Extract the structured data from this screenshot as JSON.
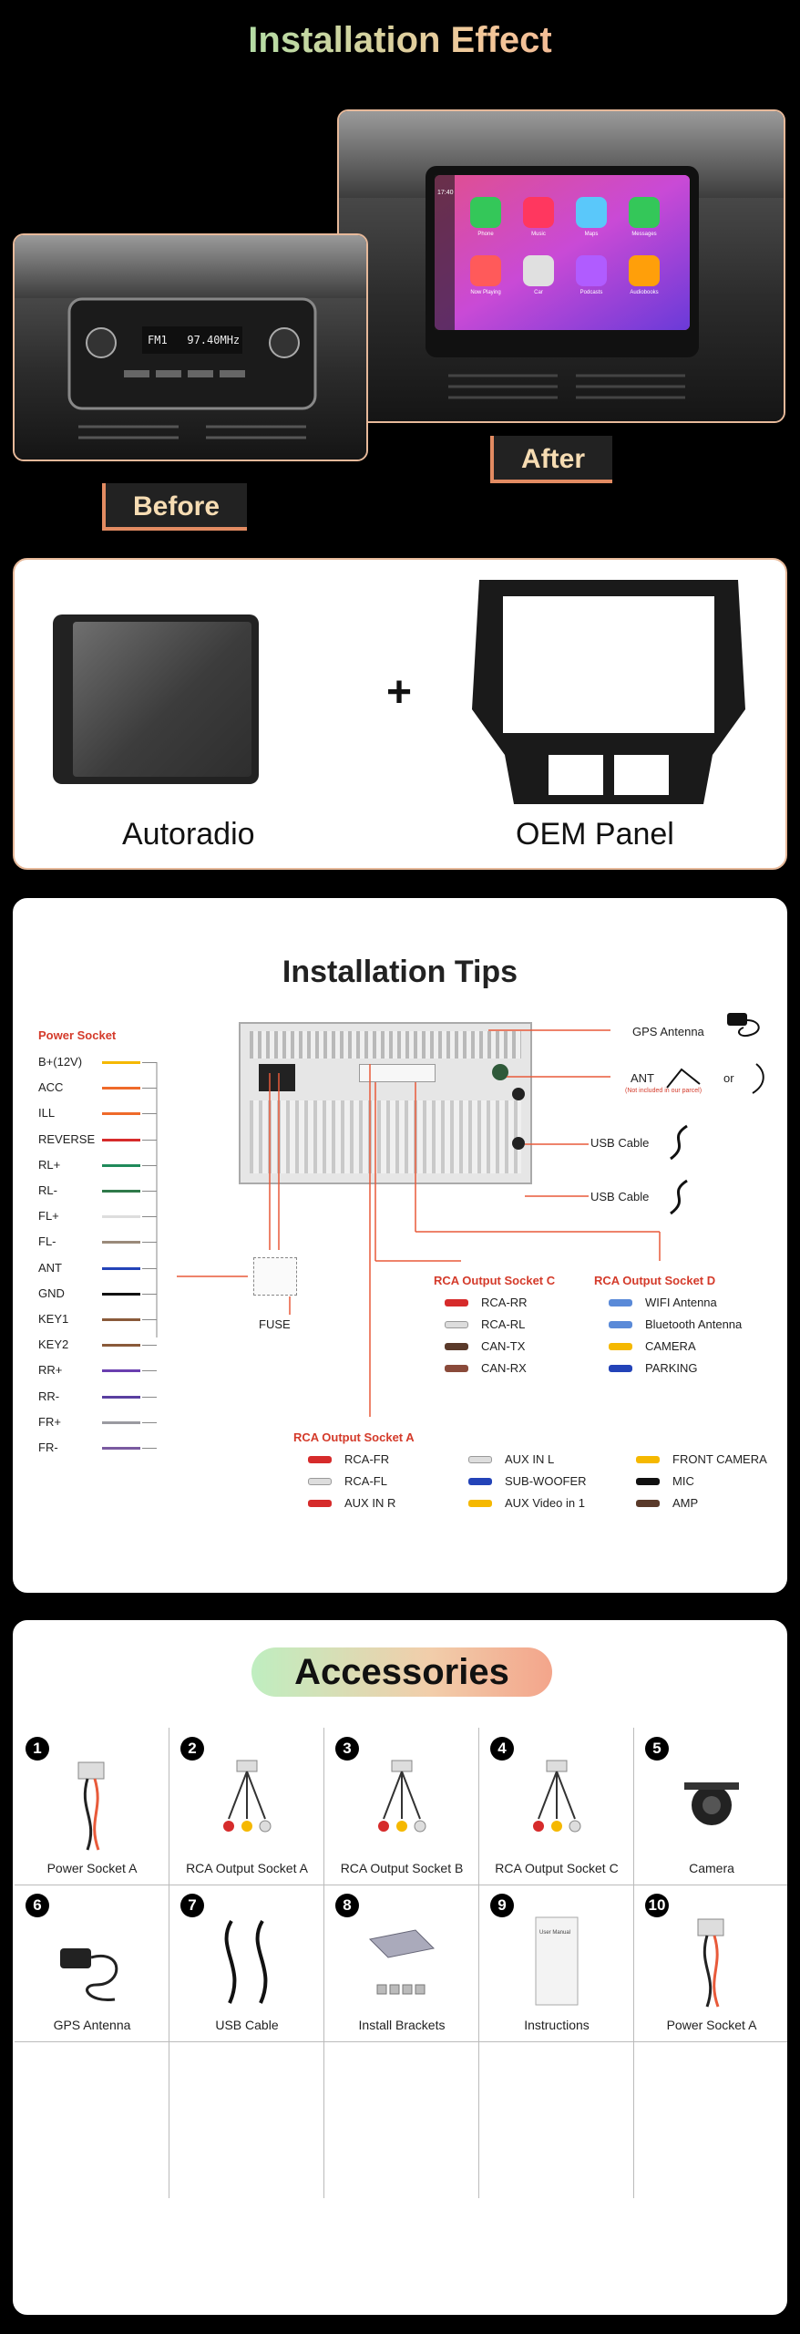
{
  "header": {
    "title": "Installation Effect"
  },
  "comparison": {
    "before_label": "Before",
    "after_label": "After"
  },
  "car_screen": {
    "time": "17:40",
    "apps": [
      "Phone",
      "Music",
      "Maps",
      "Messages",
      "Now Playing",
      "Car",
      "Podcasts",
      "Audiobooks"
    ],
    "app_colors": [
      "#34c759",
      "#ff375f",
      "#5ac8fa",
      "#34c759",
      "#ff5a5a",
      "#e0e0e0",
      "#b05cff",
      "#ff9f0a"
    ]
  },
  "old_radio": {
    "display": "FM1   97.40MHz"
  },
  "package": {
    "plus": "+",
    "item1_label": "Autoradio",
    "item2_label": "OEM Panel"
  },
  "tips": {
    "title": "Installation Tips",
    "power_socket_title": "Power Socket",
    "power_socket_items": [
      {
        "label": "B+(12V)",
        "color": "#f5b800"
      },
      {
        "label": "ACC",
        "color": "#ef6a2a"
      },
      {
        "label": "ILL",
        "color": "#ef6a2a"
      },
      {
        "label": "REVERSE",
        "color": "#d62b2b"
      },
      {
        "label": "RL+",
        "color": "#1f8a5a"
      },
      {
        "label": "RL-",
        "color": "#2f7a4a"
      },
      {
        "label": "FL+",
        "color": "#dddddd"
      },
      {
        "label": "FL-",
        "color": "#9a8a7a"
      },
      {
        "label": "ANT",
        "color": "#2343b8"
      },
      {
        "label": "GND",
        "color": "#111111"
      },
      {
        "label": "KEY1",
        "color": "#8a5a3a"
      },
      {
        "label": "KEY2",
        "color": "#8a5a3a"
      },
      {
        "label": "RR+",
        "color": "#6a3fb0"
      },
      {
        "label": "RR-",
        "color": "#5a3fa0"
      },
      {
        "label": "FR+",
        "color": "#9a9aa0"
      },
      {
        "label": "FR-",
        "color": "#7a5aa0"
      }
    ],
    "fuse_label": "FUSE",
    "gps_label": "GPS Antenna",
    "ant_label": "ANT",
    "ant_note": "(Not included in our parcel)",
    "or_label": "or",
    "usb1_label": "USB Cable",
    "usb2_label": "USB Cable",
    "socket_c": {
      "title": "RCA Output Socket C",
      "items": [
        {
          "label": "RCA-RR",
          "color": "#d62b2b"
        },
        {
          "label": "RCA-RL",
          "color": "#dddddd"
        },
        {
          "label": "CAN-TX",
          "color": "#5a3a2a"
        },
        {
          "label": "CAN-RX",
          "color": "#8a4a3a"
        }
      ]
    },
    "socket_d": {
      "title": "RCA Output Socket D",
      "items": [
        {
          "label": "WIFI Antenna",
          "color": "#5a8ad8"
        },
        {
          "label": "Bluetooth Antenna",
          "color": "#5a8ad8"
        },
        {
          "label": "CAMERA",
          "color": "#f5b800"
        },
        {
          "label": "PARKING",
          "color": "#2343b8"
        }
      ]
    },
    "socket_a": {
      "title": "RCA Output Socket A",
      "col1": [
        {
          "label": "RCA-FR",
          "color": "#d62b2b"
        },
        {
          "label": "RCA-FL",
          "color": "#dddddd"
        },
        {
          "label": "AUX IN R",
          "color": "#d62b2b"
        }
      ],
      "col2": [
        {
          "label": "AUX IN L",
          "color": "#dddddd"
        },
        {
          "label": "SUB-WOOFER",
          "color": "#2343b8"
        },
        {
          "label": "AUX Video in 1",
          "color": "#f5b800"
        }
      ],
      "col3": [
        {
          "label": "FRONT CAMERA",
          "color": "#f5b800"
        },
        {
          "label": "MIC",
          "color": "#111111"
        },
        {
          "label": "AMP",
          "color": "#5a3a2a"
        }
      ]
    }
  },
  "accessories": {
    "title": "Accessories",
    "items": [
      {
        "num": "1",
        "label": "Power Socket A",
        "icon": "power-harness-icon"
      },
      {
        "num": "2",
        "label": "RCA Output Socket A",
        "icon": "rca-cable-icon"
      },
      {
        "num": "3",
        "label": "RCA Output Socket B",
        "icon": "rca-cable-icon"
      },
      {
        "num": "4",
        "label": "RCA Output Socket C",
        "icon": "rca-cable-icon"
      },
      {
        "num": "5",
        "label": "Camera",
        "icon": "camera-icon"
      },
      {
        "num": "6",
        "label": "GPS Antenna",
        "icon": "gps-antenna-icon"
      },
      {
        "num": "7",
        "label": "USB Cable",
        "icon": "usb-cable-icon"
      },
      {
        "num": "8",
        "label": "Install Brackets",
        "icon": "bracket-icon"
      },
      {
        "num": "9",
        "label": "Instructions",
        "icon": "manual-icon",
        "manual_text": "User Manual"
      },
      {
        "num": "10",
        "label": "Power Socket A",
        "icon": "power-harness-icon"
      }
    ]
  }
}
